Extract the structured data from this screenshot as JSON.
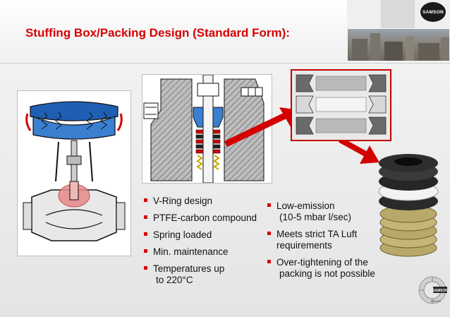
{
  "header": {
    "title": "Stuffing Box/Packing Design (Standard Form):"
  },
  "branding": {
    "logo_text": "SAMSON",
    "group_text": "GROUP"
  },
  "bullets_left": [
    "V-Ring design",
    "PTFE-carbon compound",
    "Spring loaded",
    "Min. maintenance",
    "Temperatures up",
    "to 220°C"
  ],
  "bullets_right": [
    "Low-emission",
    "(10-5 mbar l/sec)",
    "Meets strict TA Luft",
    "requirements",
    "Over-tightening of the",
    "packing is not possible"
  ],
  "colors": {
    "title_red": "#d60000",
    "bullet_red": "#d60000",
    "arrow_red": "#d40000",
    "actuator_blue": "#3a7fd0",
    "seat_pink": "#e98a8a"
  },
  "icons": [
    "samson-logo",
    "samson-group-logo"
  ]
}
